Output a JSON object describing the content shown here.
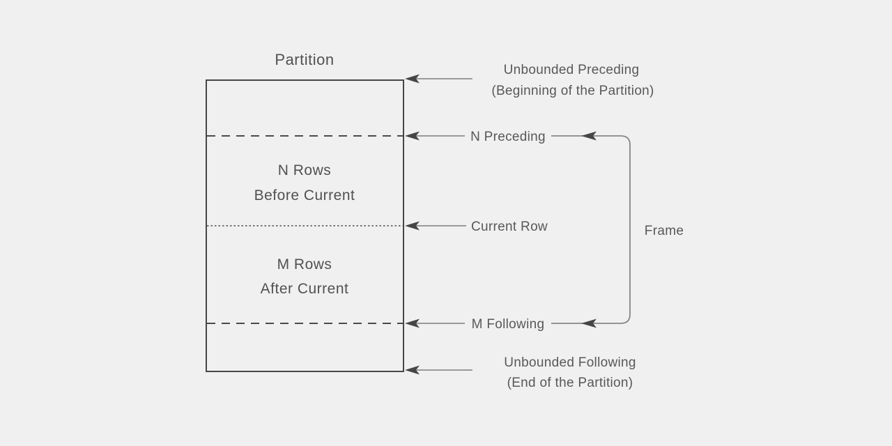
{
  "diagram": {
    "title": "Partition",
    "partition_box": {
      "before_region": {
        "line1": "N Rows",
        "line2": "Before Current"
      },
      "after_region": {
        "line1": "M Rows",
        "line2": "After Current"
      }
    },
    "markers": {
      "unbounded_preceding": {
        "label": "Unbounded Preceding",
        "sublabel": "(Beginning of the Partition)"
      },
      "n_preceding": {
        "label": "N Preceding"
      },
      "current_row": {
        "label": "Current Row"
      },
      "m_following": {
        "label": "M Following"
      },
      "unbounded_following": {
        "label": "Unbounded Following",
        "sublabel": "(End of the Partition)"
      }
    },
    "frame": {
      "label": "Frame"
    },
    "colors": {
      "background": "#f0f0f1",
      "box_border": "#464646",
      "divider": "#4a4a4a",
      "text": "#515151",
      "label_text": "#585858",
      "arrow_line": "#9a9a9a",
      "arrow_head": "#454545",
      "bracket": "#868686"
    }
  }
}
